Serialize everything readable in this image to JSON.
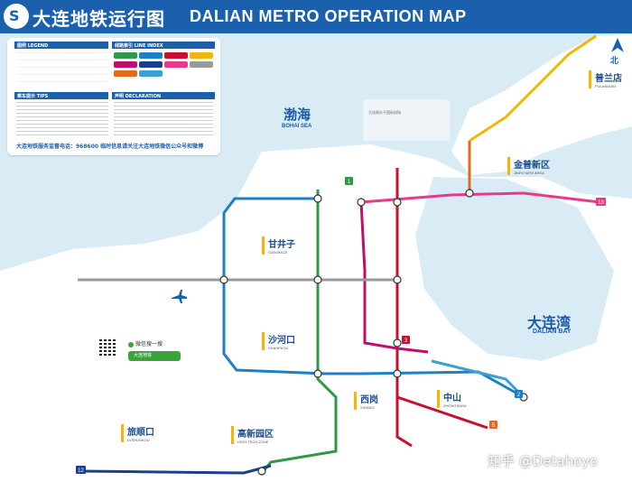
{
  "header": {
    "logo_glyph": "S",
    "title_cn": "大连地铁运行图",
    "title_en": "DALIAN METRO OPERATION MAP"
  },
  "legend_panel": {
    "legend_head": "图例 LEGEND",
    "index_head": "线路索引 LINE INDEX",
    "tips_head": "乘车提示 TIPS",
    "decl_head": "声明 DECLARATION",
    "hotline": "大连地铁服务监督电话：968600 临时信息请关注大连地铁微信公众号和微博"
  },
  "seas": {
    "bohai_cn": "渤海",
    "bohai_en": "BOHAI SEA",
    "bay_cn": "大连湾",
    "bay_en": "DALIAN BAY"
  },
  "north_label": "北",
  "districts": [
    {
      "cn": "普兰店",
      "en": "PULANDIAN"
    },
    {
      "cn": "金普新区",
      "en": "JINPU NEW AREA"
    },
    {
      "cn": "甘井子",
      "en": "GANJINGZI"
    },
    {
      "cn": "沙河口",
      "en": "SHAHEKOU"
    },
    {
      "cn": "西岗",
      "en": "XIGANG"
    },
    {
      "cn": "中山",
      "en": "ZHONGSHAN"
    },
    {
      "cn": "旅顺口",
      "en": "LVSHUNKOU"
    },
    {
      "cn": "高新园区",
      "en": "HIGH-TECH ZONE"
    }
  ],
  "airport_label": "大连周水子国际机场",
  "wechat": {
    "label": "微信搜一搜",
    "search": "大连地铁"
  },
  "watermark": "知乎 @Detahoyo",
  "line_colors": {
    "line1": "#2e9a48",
    "line2": "#1d7fc4",
    "line3": "#c8102e",
    "line12": "#1b3f8f",
    "line13": "#e83a8a",
    "line5": "#bf0f6a",
    "line_gray": "#9a9a9a",
    "line_yellow": "#f2b705"
  },
  "line_badges": [
    "1",
    "2",
    "3",
    "5",
    "12",
    "13"
  ]
}
